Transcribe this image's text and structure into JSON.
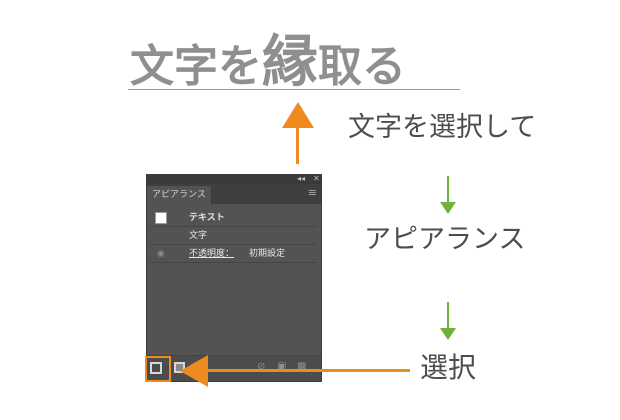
{
  "headline": {
    "char1": "文",
    "char2": "字",
    "char3": "を",
    "char4": "縁",
    "char5": "取",
    "char6": "る"
  },
  "steps": {
    "select_text": "文字を選択して",
    "appearance": "アピアランス",
    "select": "選択"
  },
  "panel": {
    "tab_label": "アピアランス",
    "collapse_glyph": "◂◂",
    "close_glyph": "✕",
    "menu_glyph": "≡",
    "rows": {
      "text_item": "テキスト",
      "characters": "文字",
      "opacity_label": "不透明度：",
      "opacity_value": "初期設定"
    }
  },
  "colors": {
    "headline": "#8f8f8f",
    "orange_arrow": "#ef8a1f",
    "green_arrow": "#6fb13c",
    "panel_bg": "#535353",
    "underline": "#6fa8dc"
  },
  "icons": [
    "collapse-icon",
    "close-icon",
    "panel-menu-icon",
    "visibility-eye-icon",
    "add-new-stroke-icon",
    "add-new-fill-icon",
    "clear-appearance-icon",
    "duplicate-item-icon",
    "delete-item-icon"
  ]
}
